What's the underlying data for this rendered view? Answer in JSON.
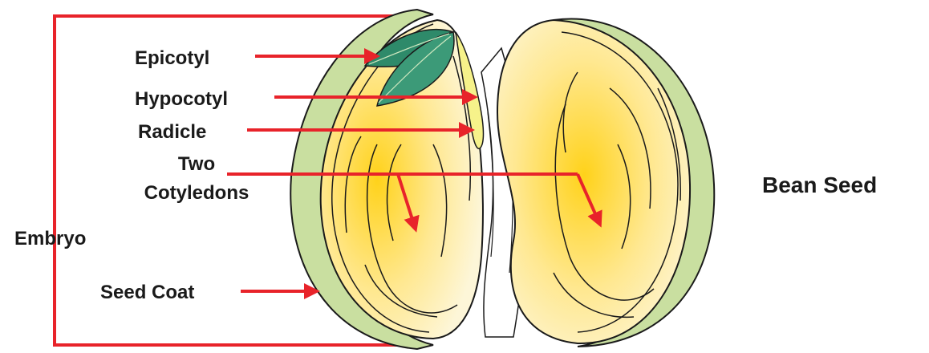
{
  "title": "Bean Seed",
  "labels": {
    "epicotyl": "Epicotyl",
    "hypocotyl": "Hypocotyl",
    "radicle": "Radicle",
    "cotyledons_line1": "Two",
    "cotyledons_line2": "Cotyledons",
    "embryo": "Embryo",
    "seed_coat": "Seed Coat"
  },
  "colors": {
    "arrow": "#e8232a",
    "seed_coat": "#c9dfa0",
    "cotyledon_center": "#ffd21a",
    "cotyledon_edge": "#fdf3c8",
    "leaf": "#2e8a6a",
    "hypocotyl": "#f6f28a"
  }
}
